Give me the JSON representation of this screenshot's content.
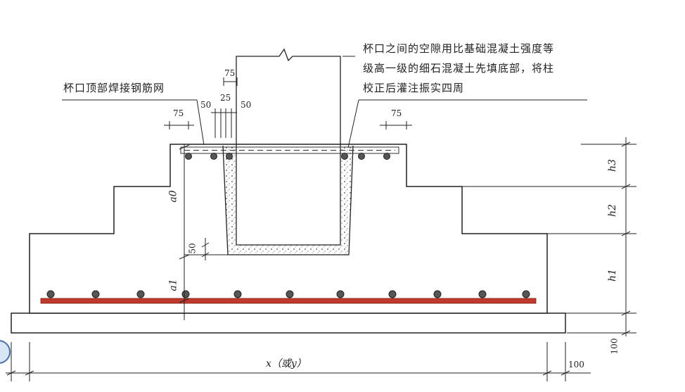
{
  "notes": {
    "left": "杯口顶部焊接钢筋网",
    "right_line1": "杯口之间的空隙用比基础混凝土强度等",
    "right_line2": "级高一级的细石混凝土先填底部，将柱",
    "right_line3": "校正后灌注振实四周"
  },
  "dimensions": {
    "top_75": "75",
    "d50_left": "50",
    "d25": "25",
    "d50_right": "50",
    "left_75": "75",
    "right_75": "75",
    "bottom_gap_50": "50",
    "cushion_100": "100",
    "edge_100": "100",
    "width": "x（或y）"
  },
  "levels": {
    "a0": "a0",
    "a1": "a1",
    "h3": "h3",
    "h2": "h2",
    "h1": "h1"
  },
  "colors": {
    "line": "#222222",
    "rebar_main": "#c0392b",
    "rebar_dot": "#555555",
    "grout": "#444444"
  }
}
